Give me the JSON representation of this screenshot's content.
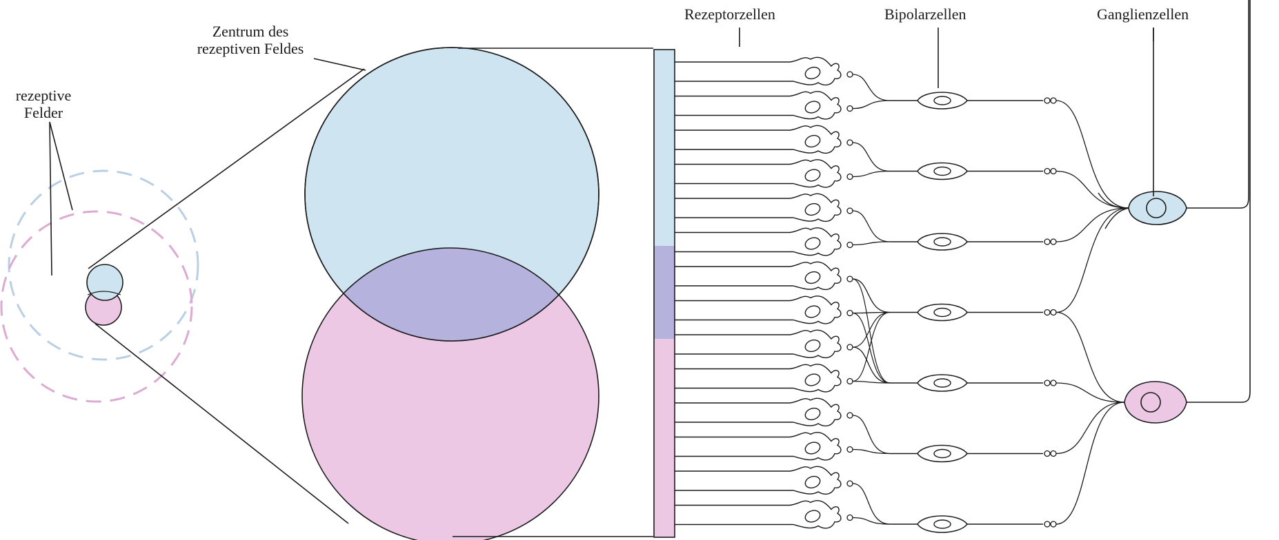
{
  "labels": {
    "rezeptive_line1": "rezeptive",
    "rezeptive_line2": "Felder",
    "zentrum_line1": "Zentrum des",
    "zentrum_line2": "rezeptiven Feldes",
    "rezeptorzellen": "Rezeptorzellen",
    "bipolarzellen": "Bipolarzellen",
    "ganglienzellen": "Ganglienzellen"
  },
  "colors": {
    "blue_field": "#cfe4f1",
    "pink_field": "#ecc8e4",
    "overlap_field": "#b5b3dd",
    "stroke": "#1a1a1a"
  }
}
